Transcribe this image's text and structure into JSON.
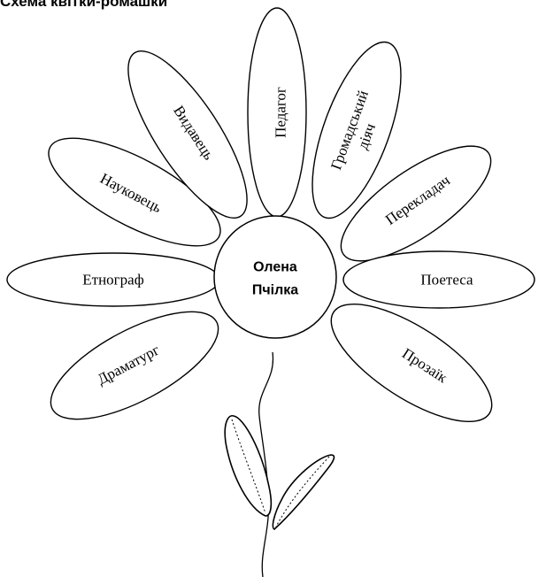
{
  "heading": "Схема квітки-ромашки",
  "center": {
    "line1": "Олена",
    "line2": "Пчілка"
  },
  "petals": [
    {
      "text": "Педагог"
    },
    {
      "line1": "Громадський",
      "line2": "діяч"
    },
    {
      "text": "Перекладач"
    },
    {
      "text": "Поетеса"
    },
    {
      "text": "Прозаїк"
    },
    {
      "text": "Драматург"
    },
    {
      "text": "Етнограф"
    },
    {
      "text": "Науковець"
    },
    {
      "text": "Видавець"
    }
  ]
}
